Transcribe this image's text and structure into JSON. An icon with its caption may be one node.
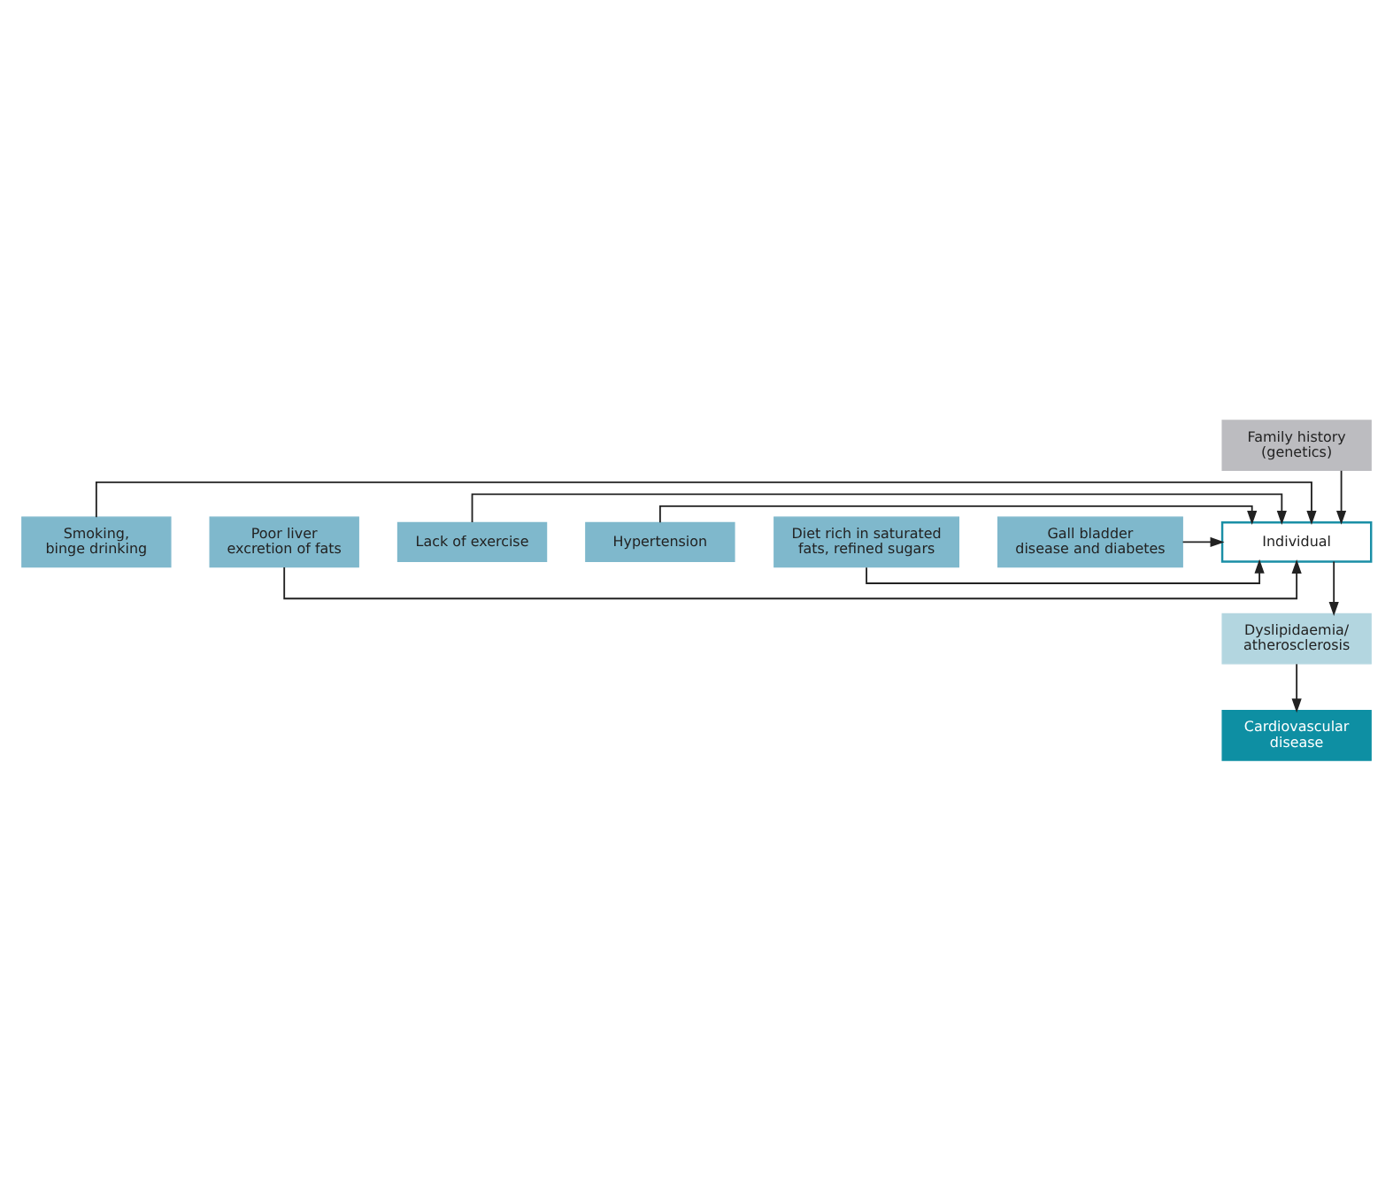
{
  "diagram": {
    "nodes": [
      {
        "text": [
          "Family history (genetics)"
        ]
      },
      {
        "text": [
          "Smoking, binge drinking"
        ]
      },
      {
        "text": [
          "Poor liver excretion of fats"
        ]
      },
      {
        "text": [
          "Individual"
        ]
      },
      {
        "text": [
          "Lack of exercise"
        ]
      },
      {
        "text": [
          "Hypertension"
        ]
      },
      {
        "text": [
          "Dyslipidaemia/ atherosclerosis"
        ]
      },
      {
        "text": [
          "Diet rich in saturated fats, refined sugars"
        ]
      },
      {
        "text": [
          "Gall bladder disease and diabetes"
        ]
      },
      {
        "text": [
          "Cardiovascular disease"
        ]
      }
    ],
    "edges": [
      {
        "from": 0,
        "to": 3,
        "arrow": "to"
      },
      {
        "from": 1,
        "to": 3,
        "arrow": "to"
      },
      {
        "from": 2,
        "to": 3,
        "arrow": "to"
      },
      {
        "from": 4,
        "to": 3,
        "arrow": "to"
      },
      {
        "from": 5,
        "to": 3,
        "arrow": "to"
      },
      {
        "from": 7,
        "to": 3,
        "arrow": "to"
      },
      {
        "from": 8,
        "to": 3,
        "arrow": "to"
      },
      {
        "from": 3,
        "to": 6,
        "arrow": "to"
      },
      {
        "from": 6,
        "to": 9,
        "arrow": "to"
      }
    ]
  }
}
